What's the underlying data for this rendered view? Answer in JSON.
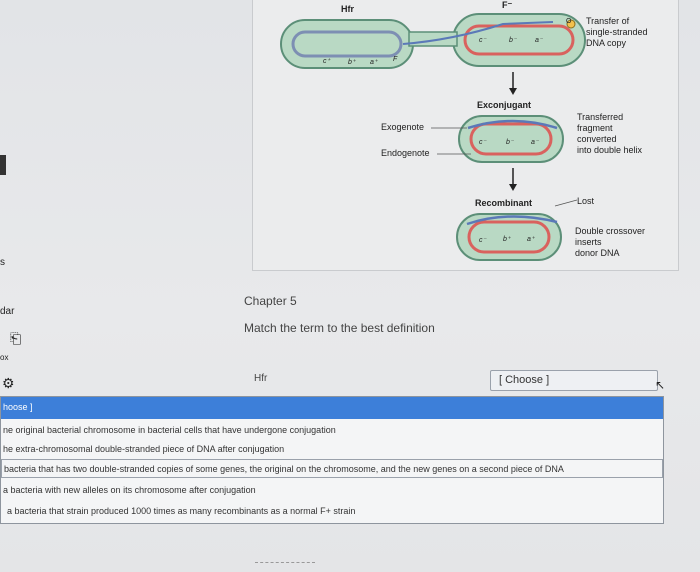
{
  "left_rail": {
    "items": [
      "s",
      "dar",
      "ox"
    ],
    "icons": [
      "document-icon",
      "paint-icon"
    ]
  },
  "figure": {
    "labels": {
      "hfr": "Hfr",
      "f_minus": "F⁻",
      "transfer": [
        "Transfer of",
        "single-stranded",
        "DNA copy"
      ],
      "exconjugant": "Exconjugant",
      "exogenote": "Exogenote",
      "endogenote": "Endogenote",
      "transferred": [
        "Transferred",
        "fragment",
        "converted",
        "into double helix"
      ],
      "recombinant": "Recombinant",
      "lost": "Lost",
      "double_crossover": [
        "Double crossover",
        "inserts",
        "donor DNA"
      ]
    },
    "gene_labels": {
      "c_plus": "c⁺",
      "b_plus": "b⁺",
      "a_plus": "a⁺",
      "c_minus": "c⁻",
      "b_minus": "b⁻",
      "a_minus": "a⁻",
      "f": "F",
      "o": "O"
    },
    "colors": {
      "cell": "#b9d9c4",
      "cell_edge": "#5c8f78",
      "dna_red": "#d9625e",
      "dna_blue": "#5b79b8"
    }
  },
  "question": {
    "chapter": "Chapter 5",
    "prompt": "Match the term to the best definition",
    "term": "Hfr",
    "select_value": "[ Choose ]"
  },
  "dropdown": {
    "options": [
      "hoose ]",
      "ne original bacterial chromosome in bacterial cells that have undergone conjugation",
      "he extra-chromosomal double-stranded piece of DNA after conjugation",
      "bacteria that has two double-stranded copies of some genes, the original on the chromosome, and the new genes on a second piece of DNA",
      "a bacteria with new alleles on its chromosome after conjugation",
      "a bacteria that strain produced 1000 times as many recombinants as a normal F+ strain"
    ]
  }
}
